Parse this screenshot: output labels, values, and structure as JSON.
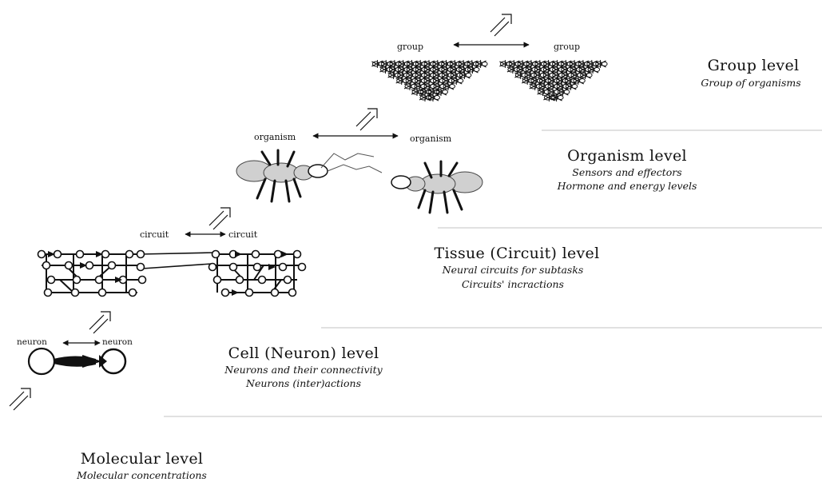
{
  "levels": {
    "group": {
      "title": "Group level",
      "lines": [
        "Group of organisms"
      ]
    },
    "organism": {
      "title": "Organism level",
      "lines": [
        "Sensors and effectors",
        "Hormone and energy levels"
      ]
    },
    "tissue": {
      "title": "Tissue (Circuit) level",
      "lines": [
        "Neural circuits for subtasks",
        "Circuits' incractions"
      ]
    },
    "cell": {
      "title": "Cell (Neuron) level",
      "lines": [
        "Neurons and their connectivity",
        "Neurons (inter)actions"
      ]
    },
    "molecular": {
      "title": "Molecular level",
      "lines": [
        "Molecular concentrations"
      ]
    }
  },
  "labels": {
    "group_left": "group",
    "group_right": "group",
    "organism_left": "organism",
    "organism_right": "organism",
    "circuit_left": "circuit",
    "circuit_right": "circuit",
    "neuron_left": "neuron",
    "neuron_right": "neuron"
  }
}
